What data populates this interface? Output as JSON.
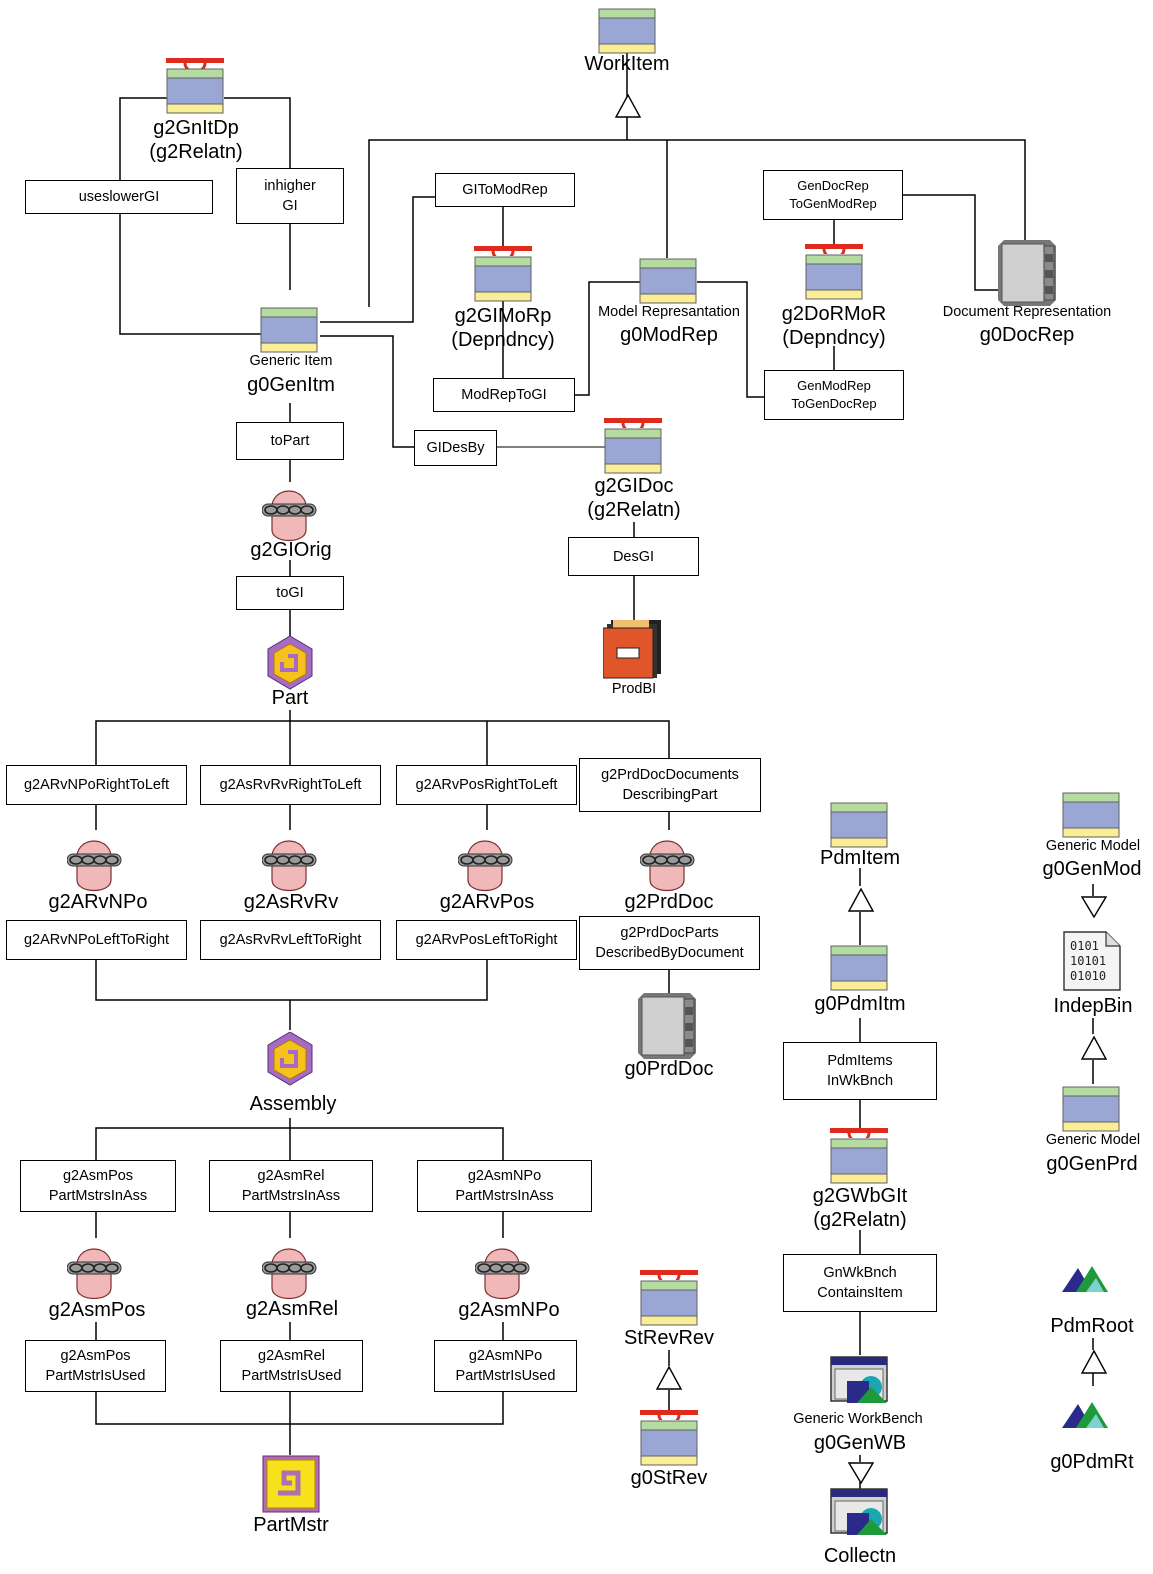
{
  "workitem": {
    "name": "WorkItem"
  },
  "gnitdp": {
    "name": "g2GnItDp",
    "sub": "(g2Relatn)"
  },
  "relations_top": {
    "useslowergi": "useslowerGI",
    "inhigher": "inhigher",
    "inhigher_2": "GI",
    "gltomodrep": "GIToModRep",
    "gendocrep": "GenDocRep",
    "gendocrep_2": "ToGenModRep",
    "modreptogl": "ModRepToGI",
    "genmodrep": "GenModRep",
    "genmodrep_2": "ToGenDocRep",
    "toPart": "toPart",
    "gldesby": "GIDesBy",
    "desgl": "DesGI",
    "togl": "toGI"
  },
  "glmorp": {
    "name": "g2GIMoRp",
    "sub": "(Depndncy)"
  },
  "dormor": {
    "name": "g2DoRMoR",
    "sub": "(Depndncy)"
  },
  "modrep": {
    "caption": "Model Represantation",
    "name": "g0ModRep"
  },
  "docrep": {
    "caption": "Document Representation",
    "name": "g0DocRep"
  },
  "genitem": {
    "caption": "Generic Item",
    "name": "g0GenItm"
  },
  "glorig": {
    "name": "g2GIOrig"
  },
  "gldoc": {
    "name": "g2GIDoc",
    "sub": "(g2Relatn)"
  },
  "prodbl": {
    "name": "ProdBI"
  },
  "part": {
    "name": "Part"
  },
  "part_rel": {
    "arvnpo_rtl": "g2ARvNPoRightToLeft",
    "asrvrv_rtl": "g2AsRvRvRightToLeft",
    "arvpos_rtl": "g2ARvPosRightToLeft",
    "prddoc_top": "g2PrdDocDocuments",
    "prddoc_top_2": "DescribingPart",
    "arvnpo_ltr": "g2ARvNPoLeftToRight",
    "asrvrv_ltr": "g2AsRvRvLeftToRight",
    "arvpos_ltr": "g2ARvPosLeftToRight",
    "prddoc_bot": "g2PrdDocParts",
    "prddoc_bot_2": "DescribedByDocument"
  },
  "arvnpo": {
    "name": "g2ARvNPo"
  },
  "asrvrv": {
    "name": "g2AsRvRv"
  },
  "arvpos": {
    "name": "g2ARvPos"
  },
  "prddoc": {
    "name": "g2PrdDoc"
  },
  "g0prddoc": {
    "name": "g0PrdDoc"
  },
  "assembly": {
    "name": "Assembly"
  },
  "asm_rel": {
    "pos_top": "g2AsmPos",
    "pos_top_2": "PartMstrsInAss",
    "rel_top": "g2AsmRel",
    "rel_top_2": "PartMstrsInAss",
    "npo_top": "g2AsmNPo",
    "npo_top_2": "PartMstrsInAss",
    "pos_bot": "g2AsmPos",
    "pos_bot_2": "PartMstrIsUsed",
    "rel_bot": "g2AsmRel",
    "rel_bot_2": "PartMstrIsUsed",
    "npo_bot": "g2AsmNPo",
    "npo_bot_2": "PartMstrIsUsed"
  },
  "asmpos": {
    "name": "g2AsmPos"
  },
  "asmrel": {
    "name": "g2AsmRel"
  },
  "asmnpo": {
    "name": "g2AsmNPo"
  },
  "partmstr": {
    "name": "PartMstr"
  },
  "strevrev": {
    "name": "StRevRev"
  },
  "g0strev": {
    "name": "g0StRev"
  },
  "pdmitem": {
    "name": "PdmItem"
  },
  "g0pdmitm": {
    "name": "g0PdmItm"
  },
  "pdmitems_wb": {
    "l1": "PdmItems",
    "l2": "InWkBnch"
  },
  "gwbglt": {
    "name": "g2GWbGIt",
    "sub": "(g2Relatn)"
  },
  "gnwkbnch": {
    "l1": "GnWkBnch",
    "l2": "ContainsItem"
  },
  "genwb": {
    "caption": "Generic WorkBench",
    "name": "g0GenWB"
  },
  "collectn": {
    "name": "Collectn"
  },
  "genmod": {
    "caption": "Generic Model",
    "name": "g0GenMod"
  },
  "indepbin": {
    "name": "IndepBin",
    "bits": [
      "0101",
      "10101",
      "01010"
    ]
  },
  "genprd": {
    "caption": "Generic Model",
    "name": "g0GenPrd"
  },
  "pdmroot": {
    "name": "PdmRoot"
  },
  "g0pdmrt": {
    "name": "g0PdmRt"
  },
  "colors": {
    "entity_top": "#b4dca0",
    "entity_mid": "#9aa6d4",
    "entity_bot": "#fbee98",
    "relation_cap": "#e02a1c",
    "link_body": "#f0b8b8"
  }
}
